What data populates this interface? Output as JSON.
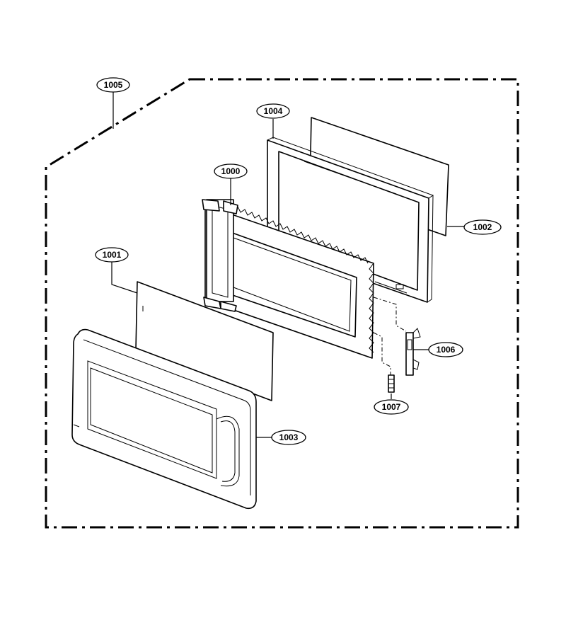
{
  "diagram": {
    "callouts": {
      "c1005": "1005",
      "c1004": "1004",
      "c1000": "1000",
      "c1001": "1001",
      "c1002": "1002",
      "c1003": "1003",
      "c1006": "1006",
      "c1007": "1007"
    }
  }
}
